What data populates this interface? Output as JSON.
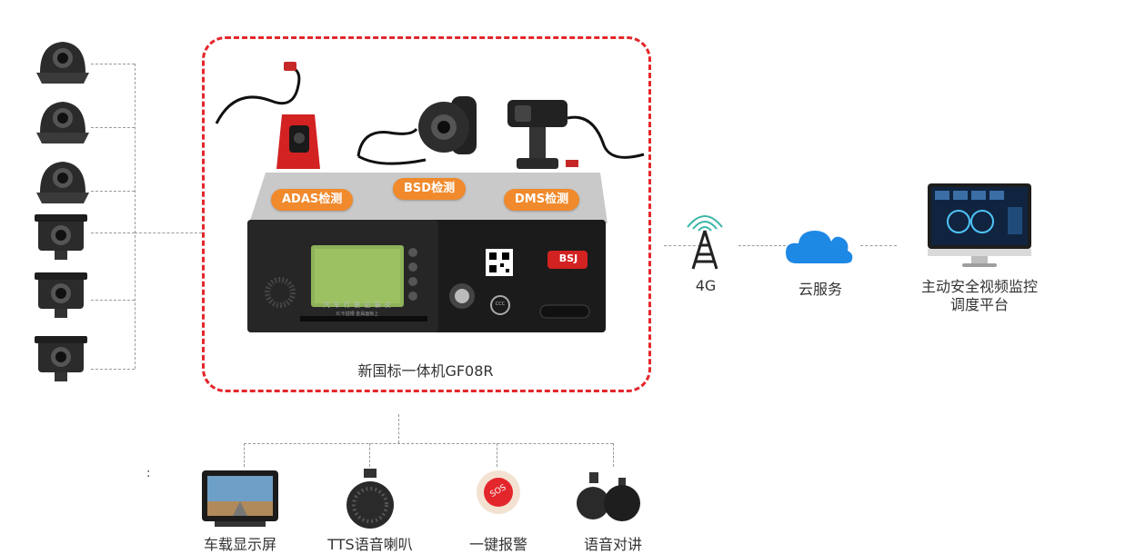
{
  "device": {
    "name": "新国标一体机GF08R",
    "brand": "BSJ",
    "panel_title": "汽 车 行 驶 记 录 仪",
    "panel_sub": "IC卡插槽  金属面板上",
    "ccc": "CCC"
  },
  "sensors": {
    "adas": "ADAS检测",
    "bsd": "BSD检测",
    "dms": "DMS检测"
  },
  "network": {
    "signal": "4G",
    "cloud": "云服务",
    "platform_line1": "主动安全视频监控",
    "platform_line2": "调度平台"
  },
  "peripherals": [
    {
      "label": "车载显示屏",
      "icon": "monitor-icon"
    },
    {
      "label": "TTS语音喇叭",
      "icon": "speaker-icon"
    },
    {
      "label": "一键报警",
      "icon": "sos-button-icon"
    },
    {
      "label": "语音对讲",
      "icon": "intercom-icon"
    }
  ],
  "peripheral_sos_text": "SOS",
  "stray_mark": ":",
  "colors": {
    "accent_red": "#e3262b",
    "tag_orange": "#f08a2c",
    "cloud_blue": "#1e88e5"
  }
}
